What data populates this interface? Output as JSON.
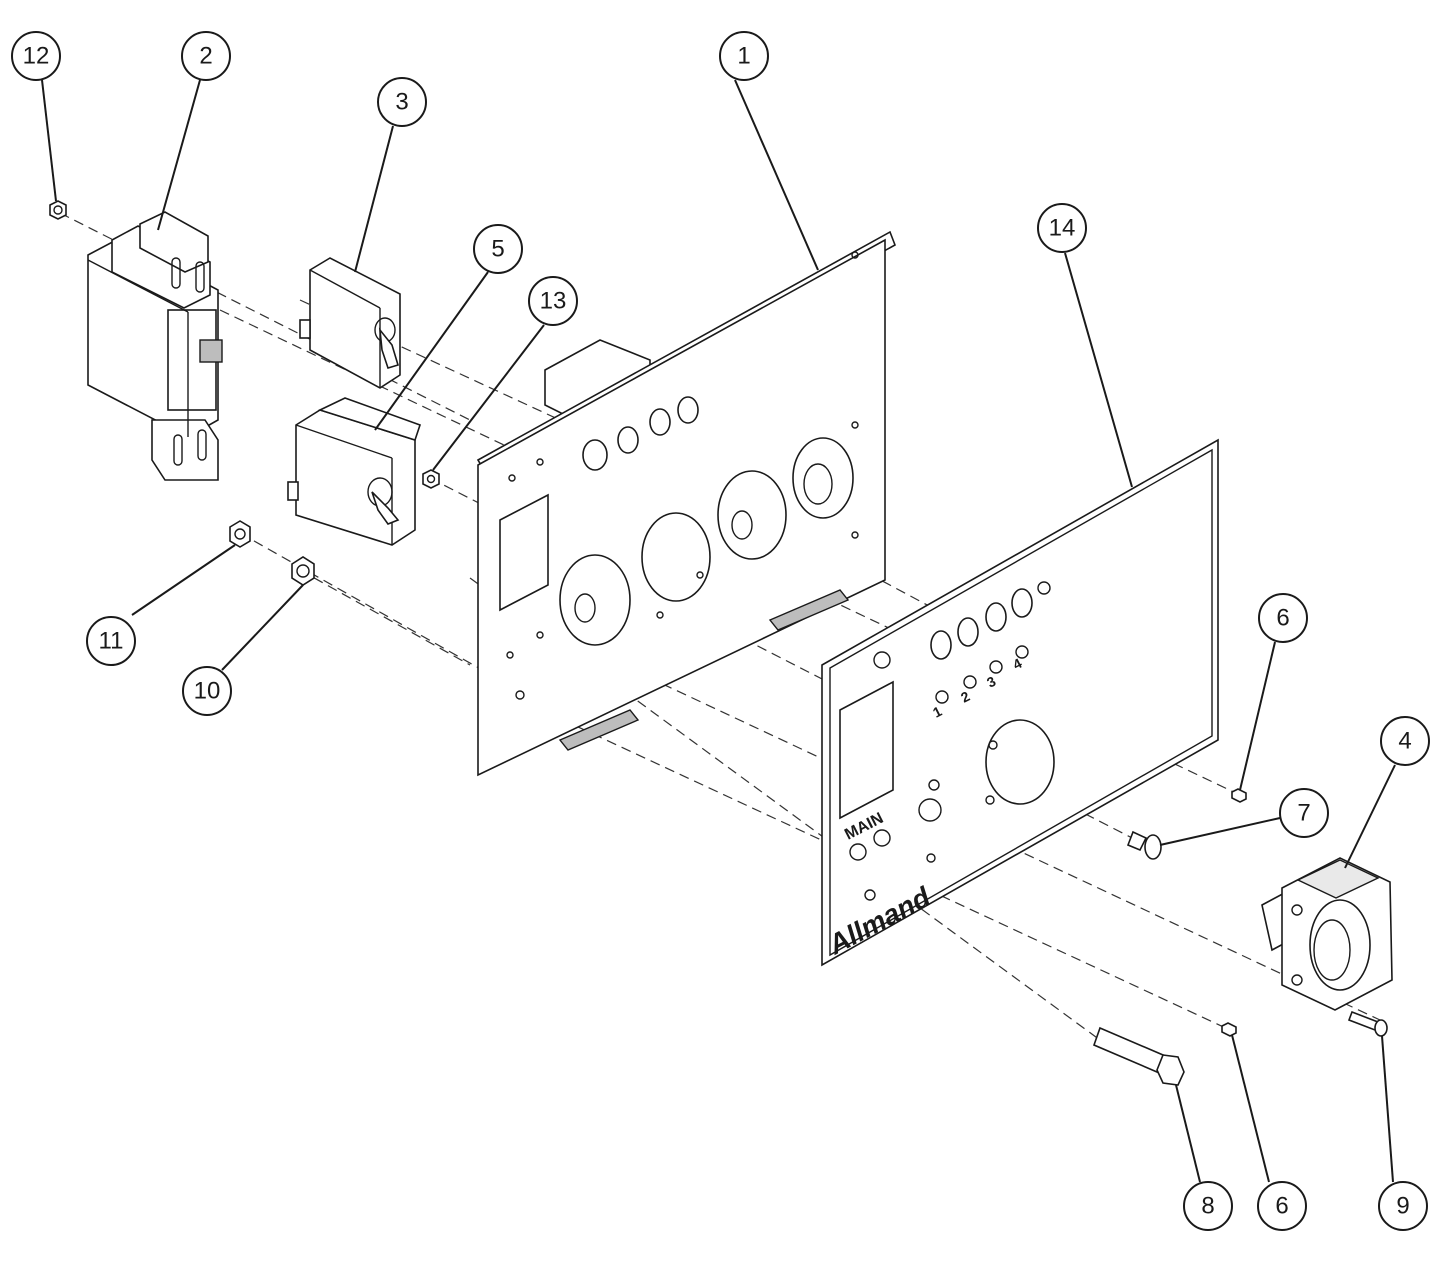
{
  "diagram": {
    "callouts": [
      "1",
      "2",
      "3",
      "4",
      "5",
      "6",
      "6",
      "7",
      "8",
      "9",
      "10",
      "11",
      "12",
      "13",
      "14"
    ],
    "panel_labels": {
      "main": "MAIN",
      "brand": "Allmand",
      "outlet_1": "1",
      "outlet_2": "2",
      "outlet_3": "3",
      "outlet_4": "4"
    }
  }
}
